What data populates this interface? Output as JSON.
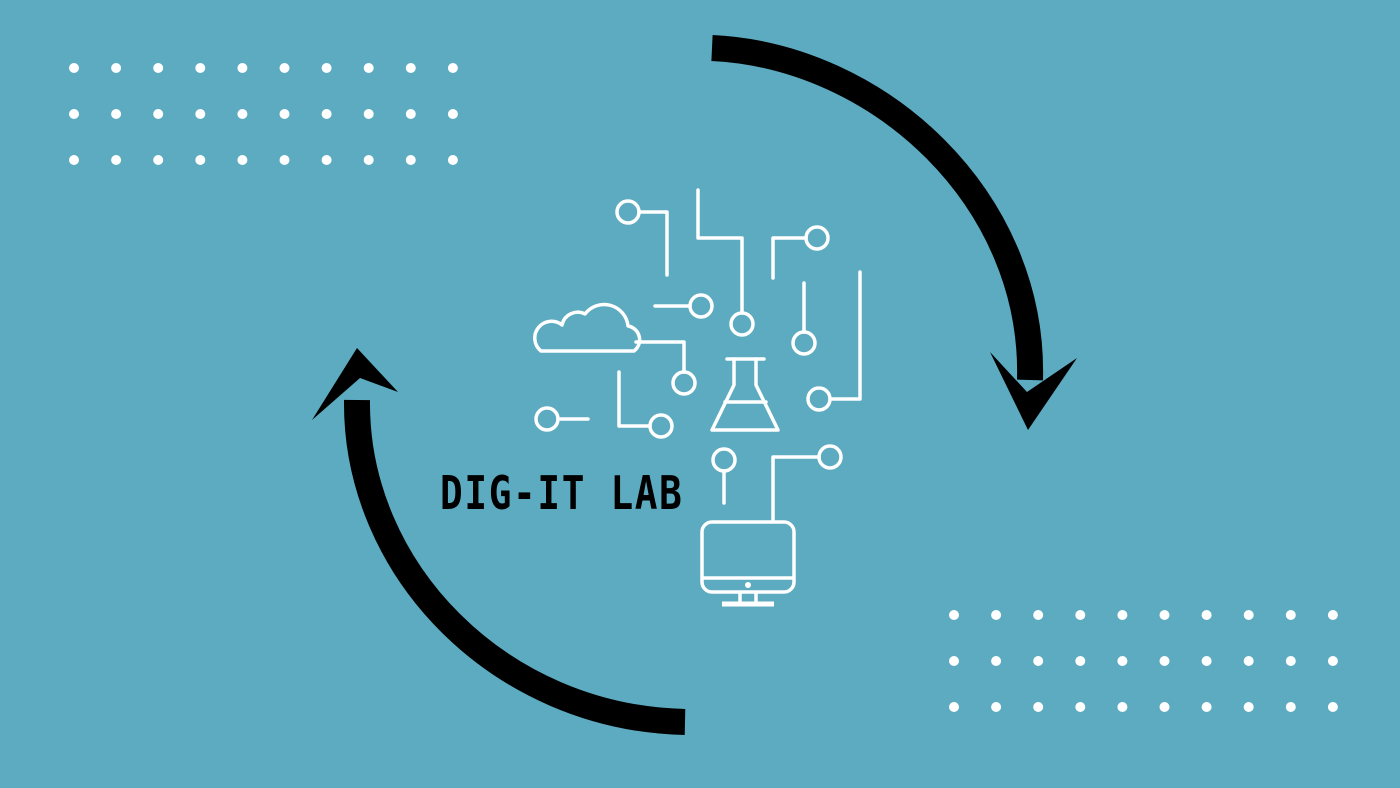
{
  "title": "DIG-IT LAB",
  "colors": {
    "background": "#5cabc0",
    "arrow": "#000000",
    "icon_stroke": "#ffffff",
    "dots": "#ffffff",
    "title_text": "#000000"
  },
  "icons": {
    "cloud": "cloud-icon",
    "flask": "flask-icon",
    "monitor": "monitor-icon",
    "circuit": "circuit-lines-icon",
    "cycle": "cycle-arrows-icon"
  },
  "dot_grids": {
    "top_left": {
      "rows": 3,
      "cols": 10
    },
    "bottom_right": {
      "rows": 3,
      "cols": 10
    }
  }
}
